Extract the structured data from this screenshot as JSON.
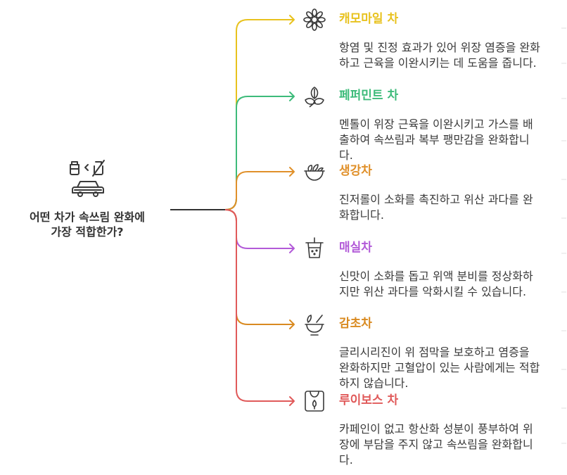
{
  "root": {
    "label": "어떤 차가 속쓰림 완화에\n가장 적합한가?",
    "icon": "bottle-car-icon"
  },
  "branches": [
    {
      "title": "캐모마일 차",
      "description": "항염 및 진정 효과가 있어 위장 염증을 완화하고 근육을 이완시키는 데 도움을 줍니다.",
      "color": "#E8C21E",
      "icon": "chamomile-flower-icon"
    },
    {
      "title": "페퍼민트 차",
      "description": "멘톨이 위장 근육을 이완시키고 가스를 배출하여 속쓰림과 복부 팽만감을 완화합니다.",
      "color": "#3DBB7A",
      "icon": "mint-leaves-icon"
    },
    {
      "title": "생강차",
      "description": "진저롤이 소화를 촉진하고 위산 과다를 완화합니다.",
      "color": "#E0902A",
      "icon": "ginger-bowl-icon"
    },
    {
      "title": "매실차",
      "description": "신맛이 소화를 돕고 위액 분비를 정상화하지만 위산 과다를 악화시킬 수 있습니다.",
      "color": "#B25AD8",
      "icon": "tea-cup-icon"
    },
    {
      "title": "감초차",
      "description": "글리시리진이 위 점막을 보호하고 염증을 완화하지만 고혈압이 있는 사람에게는 적합하지 않습니다.",
      "color": "#D98A20",
      "icon": "herb-mortar-icon"
    },
    {
      "title": "루이보스 차",
      "description": "카페인이 없고 항산화 성분이 풍부하여 위장에 부담을 주지 않고 속쓰림을 완화합니다.",
      "color": "#E05A5A",
      "icon": "tea-package-icon"
    }
  ]
}
